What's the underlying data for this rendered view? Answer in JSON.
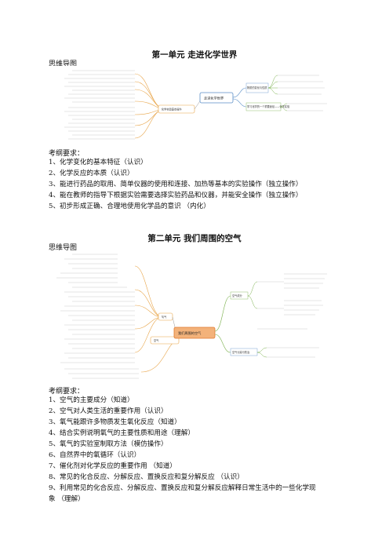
{
  "unit1": {
    "title": "第一单元    走进化学世界",
    "map_label": "思维导图",
    "map": {
      "center": "走进化学世界",
      "left_node": "化学实验基本操作",
      "right_nodes": [
        "物质的变化与性质",
        "学习化学的一个重要途径——化学实验"
      ]
    },
    "req_label": "考纲要求：",
    "requirements": [
      "1、化学变化的基本特征（认识）",
      "2、化学反应的本质（认识）",
      "3、能进行药品的取用、简单仪器的使用和连接、加热等基本的实验操作（独立操作）",
      "4、能在教师的指导下根据实验需要选择实验药品和仪器，并能安全操作（独立操作）",
      "5、初步形成正确、合理地使用化学品的意识 （内化）"
    ]
  },
  "unit2": {
    "title": "第二单元   我们周围的空气",
    "map_label": "思维导图",
    "map": {
      "center": "我们周围的空气",
      "left_nodes": [
        "氧气",
        "空气"
      ],
      "right_nodes": [
        "空气成分",
        "空气污染与防治"
      ]
    },
    "req_label": "考纲要求：",
    "requirements": [
      "1、空气的主要成分（知道）",
      "2、空气对人类生活的重要作用（认识）",
      "3、氧气能跟许多物质发生氧化反应（知道）",
      "4、结合实例说明氧气的主要性质和用途（理解）",
      "5、氧气的实验室制取方法（模仿操作）",
      "6、自然界中的氧循环（认识）",
      "7、催化剂对化学反应的重要作用 （知道）",
      "8、常见的化合反应、分解反应、置换反应和复分解反应 （认识）",
      "9、利用常见的化合反应、分解反应、置换反应和复分解反应解释日常生活中的一些化学现",
      "象 （理解）"
    ]
  },
  "colors": {
    "branch_orange": "#e8a447",
    "branch_blue": "#5b8fc7",
    "branch_green": "#7ab04c",
    "center_fill": "#f3b27a"
  }
}
